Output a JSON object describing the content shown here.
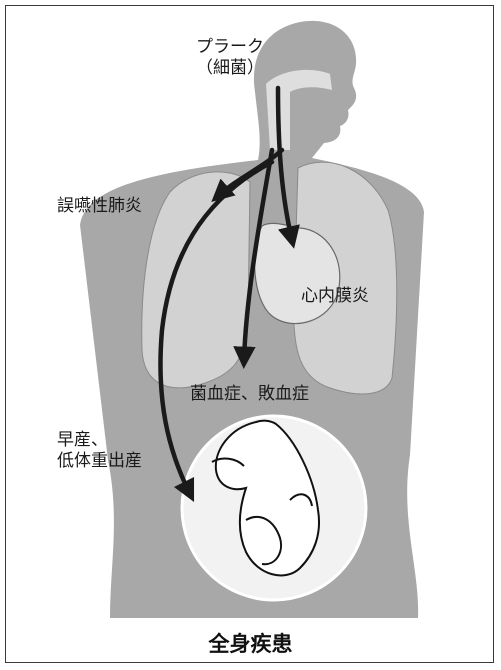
{
  "labels": {
    "plaque_line1": "プラーク",
    "plaque_line2": "（細菌）",
    "pneumonia": "誤嚥性肺炎",
    "endocarditis": "心内膜炎",
    "sepsis": "菌血症、敗血症",
    "preterm_line1": "早産、",
    "preterm_line2": "低体重出産"
  },
  "caption": "全身疾患",
  "colors": {
    "body": "#a8a8a8",
    "organ": "#d6d6d6",
    "arrow": "#1a1a1a",
    "frame": "#3a3a3a"
  }
}
